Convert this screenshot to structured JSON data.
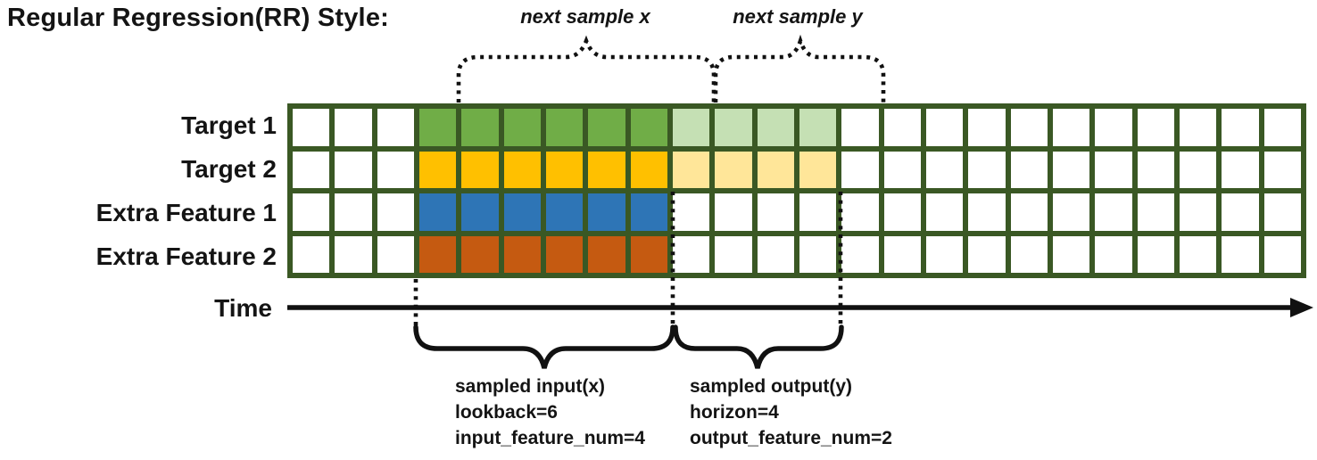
{
  "title": "Regular Regression(RR) Style:",
  "annotations": {
    "next_sample_x": "next sample x",
    "next_sample_y": "next sample y",
    "input_lines": [
      "sampled input(x)",
      "lookback=6",
      "input_feature_num=4"
    ],
    "output_lines": [
      "sampled output(y)",
      "horizon=4",
      "output_feature_num=2"
    ]
  },
  "time_label": "Time",
  "grid": {
    "total_columns": 24,
    "input_start_col": 4,
    "lookback": 6,
    "horizon": 4,
    "border_color": "#3A5824",
    "empty_color": "#FFFFFF",
    "rows": [
      {
        "label": "Target 1",
        "input_color": "#70AD47",
        "output_color": "#C5E0B4"
      },
      {
        "label": "Target 2",
        "input_color": "#FFC000",
        "output_color": "#FFE699"
      },
      {
        "label": "Extra Feature 1",
        "input_color": "#2E75B6",
        "output_color": null
      },
      {
        "label": "Extra Feature 2",
        "input_color": "#C55A11",
        "output_color": null
      }
    ]
  },
  "colors": {
    "line_black": "#111111",
    "grid_border": "#3A5824"
  }
}
